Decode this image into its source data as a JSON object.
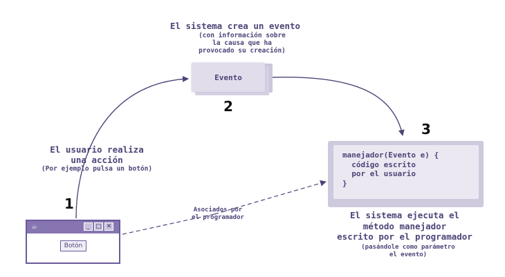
{
  "top": {
    "title": "El sistema crea un evento",
    "subtitle": [
      "(con información sobre",
      "la causa que ha",
      "provocado su creación)"
    ]
  },
  "event_card": {
    "label": "Evento"
  },
  "step_numbers": [
    "1",
    "2",
    "3"
  ],
  "user_text": {
    "lines": [
      "El usuario realiza",
      "una acción"
    ],
    "example": "(Por ejemplo pulsa un botón)"
  },
  "association_text": [
    "Asociados por",
    "el programador"
  ],
  "handler": {
    "code": [
      "manejador(Evento e) {",
      "  código escrito",
      "  por el usuario",
      "}"
    ]
  },
  "system_text": {
    "lines": [
      "El sistema ejecuta el",
      "método manejador",
      "escrito por el programador"
    ],
    "note": [
      "(pasándole como parámetro",
      "el evento)"
    ]
  },
  "window": {
    "button_label": "Botón",
    "controls": [
      "_",
      "□",
      "✕"
    ],
    "app_icon": "java-cup-icon"
  },
  "colors": {
    "ink": "#4d4478",
    "accent": "#6a5a9c",
    "panel": "#cfc9dd",
    "panel_light": "#ebe8f2"
  }
}
